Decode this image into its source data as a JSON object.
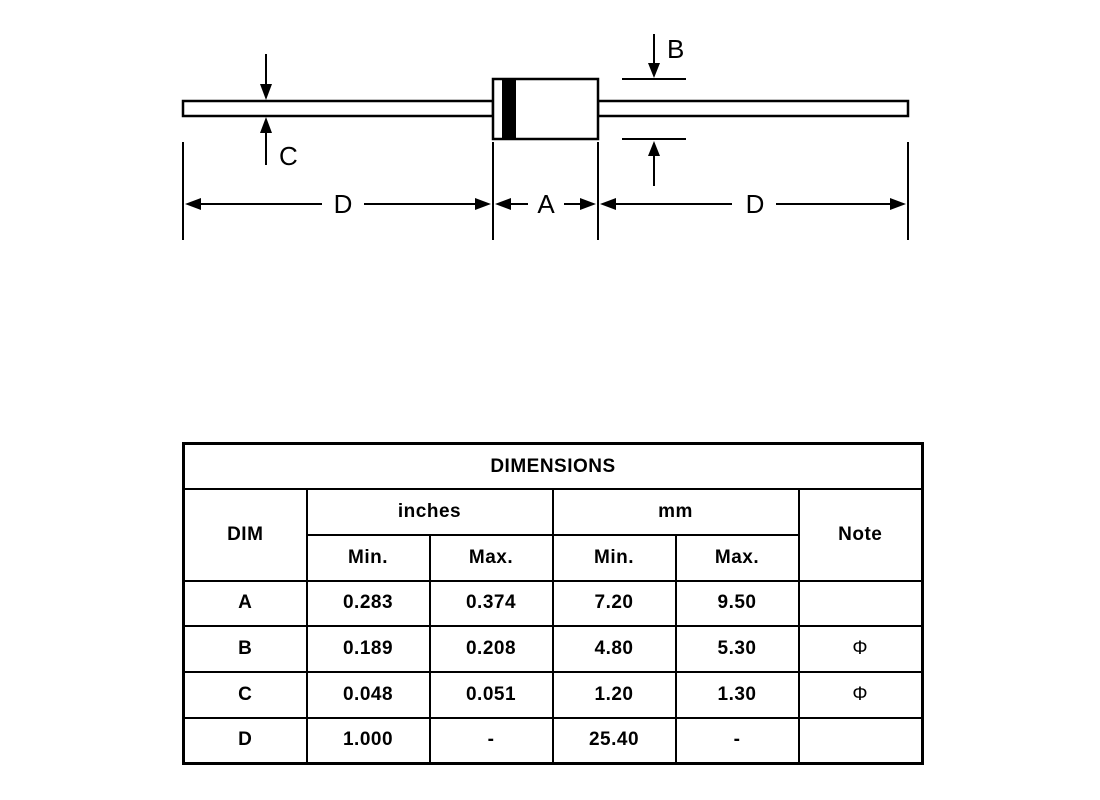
{
  "diagram": {
    "labels": {
      "a": "A",
      "b": "B",
      "c": "C",
      "d_left": "D",
      "d_right": "D"
    }
  },
  "table": {
    "title": "DIMENSIONS",
    "dim_header": "DIM",
    "inches_header": "inches",
    "mm_header": "mm",
    "note_header": "Note",
    "min_label": "Min.",
    "max_label": "Max.",
    "rows": [
      {
        "dim": "A",
        "in_min": "0.283",
        "in_max": "0.374",
        "mm_min": "7.20",
        "mm_max": "9.50",
        "note": ""
      },
      {
        "dim": "B",
        "in_min": "0.189",
        "in_max": "0.208",
        "mm_min": "4.80",
        "mm_max": "5.30",
        "note": "Φ"
      },
      {
        "dim": "C",
        "in_min": "0.048",
        "in_max": "0.051",
        "mm_min": "1.20",
        "mm_max": "1.30",
        "note": "Φ"
      },
      {
        "dim": "D",
        "in_min": "1.000",
        "in_max": "-",
        "mm_min": "25.40",
        "mm_max": "-",
        "note": ""
      }
    ]
  }
}
